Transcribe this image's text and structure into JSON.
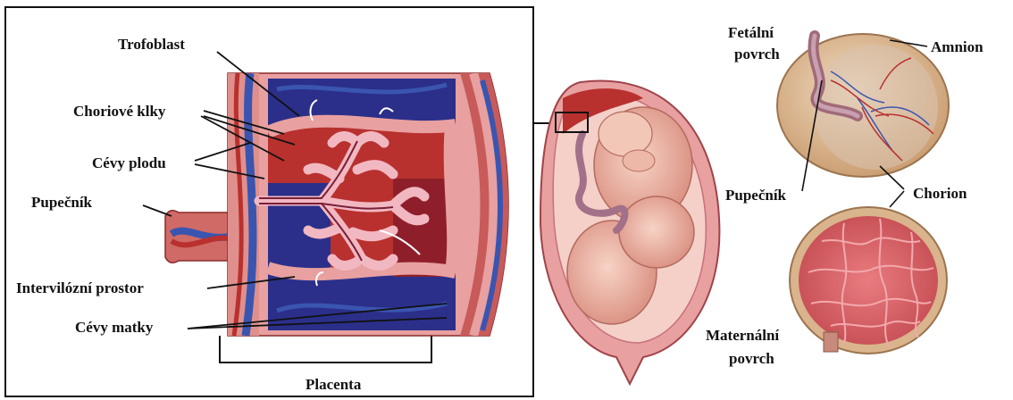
{
  "labels": {
    "trofoblast": "Trofoblast",
    "choriove_klky": "Choriové klky",
    "cevy_plodu": "Cévy plodu",
    "pupecnik_left": "Pupečník",
    "intervilozni_prostor": "Intervilózní prostor",
    "cevy_matky": "Cévy matky",
    "placenta": "Placenta",
    "fetalni_line1": "Fetální",
    "fetalni_line2": "povrch",
    "amnion": "Amnion",
    "pupecnik_right": "Pupečník",
    "chorion": "Chorion",
    "maternalni_line1": "Maternální",
    "maternalni_line2": "povrch"
  },
  "colors": {
    "tissue_pink": "#e8a0a0",
    "blood_red": "#b8312f",
    "vein_blue": "#3a55b0",
    "maternal_blue": "#2b2f8a",
    "villi_pink": "#f2b8c2",
    "skin": "#f0c0b0",
    "placenta_beige": "#d9b48c",
    "cotyledon_pink": "#e06a6e"
  }
}
